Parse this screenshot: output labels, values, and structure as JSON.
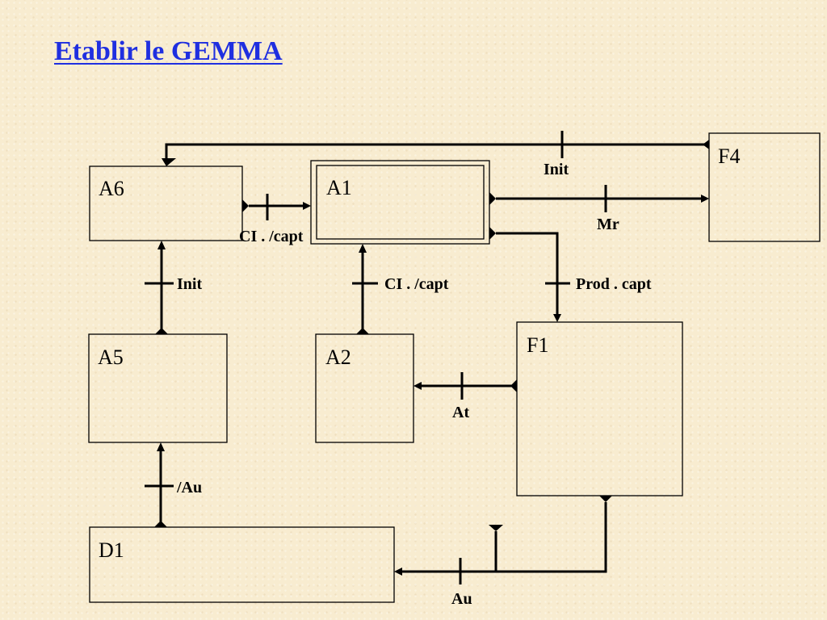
{
  "title": "Etablir le GEMMA",
  "states": {
    "A6": "A6",
    "A1": "A1",
    "F4": "F4",
    "A5": "A5",
    "A2": "A2",
    "F1": "F1",
    "D1": "D1"
  },
  "conditions": {
    "f4_to_a6": "Init",
    "a6_to_a1": "CI . /capt",
    "a1_to_f4": "Mr",
    "a5_to_a6": "Init",
    "a2_to_a1": "CI . /capt",
    "a1_to_f1": "Prod . capt",
    "f1_to_a2": "At",
    "d1_to_a5": "/Au",
    "f1_to_d1": "Au"
  }
}
